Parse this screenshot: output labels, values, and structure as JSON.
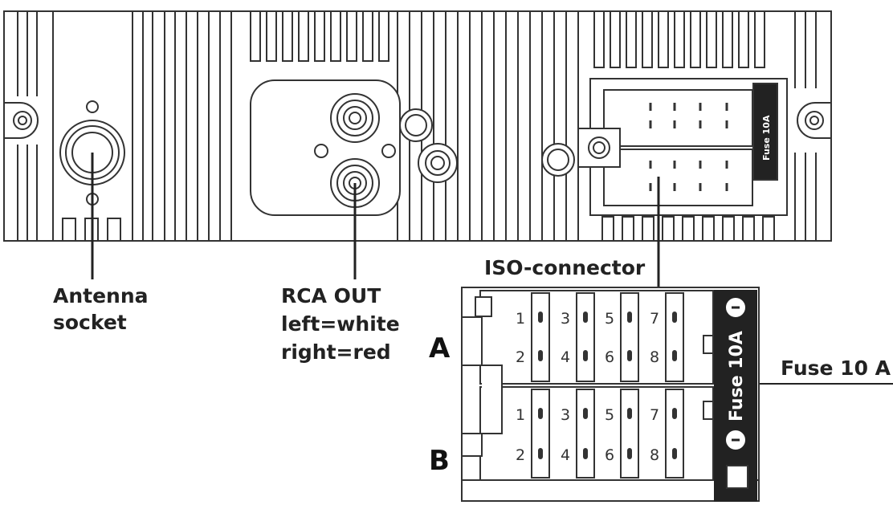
{
  "labels": {
    "antenna_line1": "Antenna",
    "antenna_line2": "socket",
    "rca_line1": "RCA OUT",
    "rca_line2": "left=white",
    "rca_line3": "right=red",
    "iso": "ISO-connector",
    "fuse_callout": "Fuse  10 A",
    "block_a": "A",
    "block_b": "B",
    "fuse_vertical": "Fuse 10A",
    "fuse_vertical_small": "Fuse 10A"
  },
  "pins": {
    "a": [
      "1",
      "2",
      "3",
      "4",
      "5",
      "6",
      "7",
      "8"
    ],
    "b": [
      "1",
      "2",
      "3",
      "4",
      "5",
      "6",
      "7",
      "8"
    ]
  }
}
